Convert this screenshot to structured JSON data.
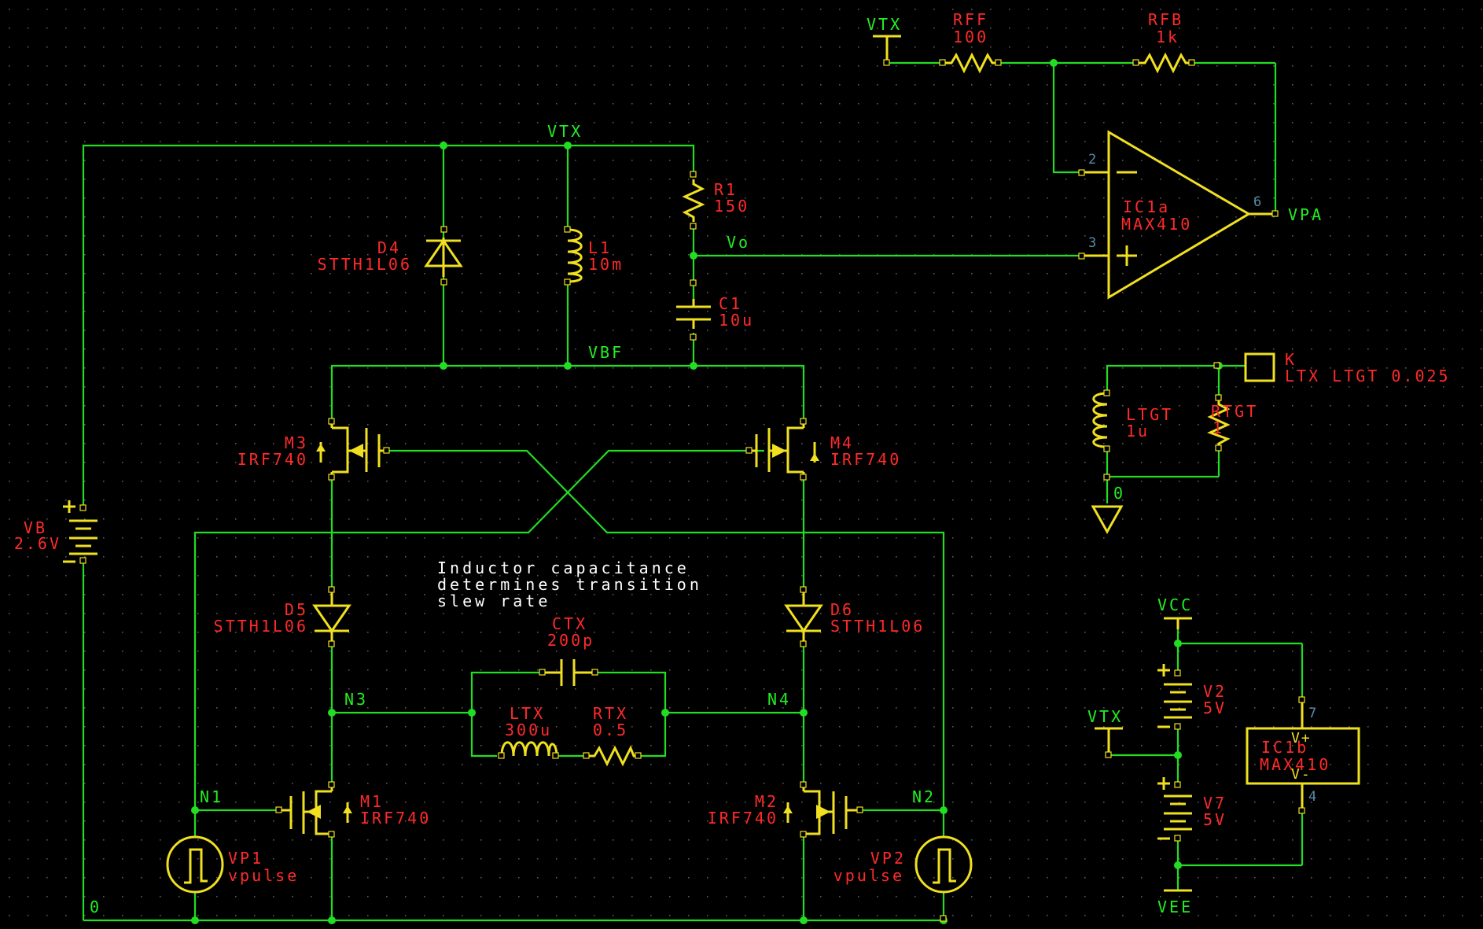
{
  "components": {
    "vb": {
      "ref": "VB",
      "value": "2.6V"
    },
    "d4": {
      "ref": "D4",
      "value": "STTH1L06"
    },
    "l1": {
      "ref": "L1",
      "value": "10m"
    },
    "r1": {
      "ref": "R1",
      "value": "150"
    },
    "c1": {
      "ref": "C1",
      "value": "10u"
    },
    "rff": {
      "ref": "RFF",
      "value": "100"
    },
    "rfb": {
      "ref": "RFB",
      "value": "1k"
    },
    "ic1a": {
      "ref": "IC1a",
      "value": "MAX410"
    },
    "ic1b": {
      "ref": "IC1b",
      "value": "MAX410"
    },
    "m3": {
      "ref": "M3",
      "value": "IRF740"
    },
    "m4": {
      "ref": "M4",
      "value": "IRF740"
    },
    "m1": {
      "ref": "M1",
      "value": "IRF740"
    },
    "m2": {
      "ref": "M2",
      "value": "IRF740"
    },
    "d5": {
      "ref": "D5",
      "value": "STTH1L06"
    },
    "d6": {
      "ref": "D6",
      "value": "STTH1L06"
    },
    "ctx": {
      "ref": "CTX",
      "value": "200p"
    },
    "ltx": {
      "ref": "LTX",
      "value": "300u"
    },
    "rtx": {
      "ref": "RTX",
      "value": "0.5"
    },
    "vp1": {
      "ref": "VP1",
      "value": "vpulse"
    },
    "vp2": {
      "ref": "VP2",
      "value": "vpulse"
    },
    "ltgt": {
      "ref": "LTGT",
      "value": "1u"
    },
    "rtgt": {
      "ref": "RTGT",
      "value": "1"
    },
    "v2": {
      "ref": "V2",
      "value": "5V"
    },
    "v7": {
      "ref": "V7",
      "value": "5V"
    },
    "k": {
      "ref": "K",
      "value": "LTX LTGT 0.025"
    }
  },
  "nets": {
    "vtx": "VTX",
    "vbf": "VBF",
    "vo": "Vo",
    "vpa": "VPA",
    "n1": "N1",
    "n2": "N2",
    "n3": "N3",
    "n4": "N4",
    "gnd": "0",
    "vcc": "VCC",
    "vee": "VEE"
  },
  "pins": {
    "ic1a_inv": "2",
    "ic1a_noninv": "3",
    "ic1a_out": "6",
    "ic1b_vpos": "7",
    "ic1b_vneg": "4",
    "vpos_label": "V+",
    "vneg_label": "V-"
  },
  "annotation": {
    "line1": "Inductor capacitance",
    "line2": "determines transition",
    "line3": "slew rate"
  },
  "colors": {
    "background": "#000000",
    "wire": "#22dd22",
    "component": "#f0e020",
    "ref_label": "#ff2a2a",
    "net_label": "#22ee22",
    "pin_number": "#5a8ca8",
    "annotation": "#ffffff"
  }
}
